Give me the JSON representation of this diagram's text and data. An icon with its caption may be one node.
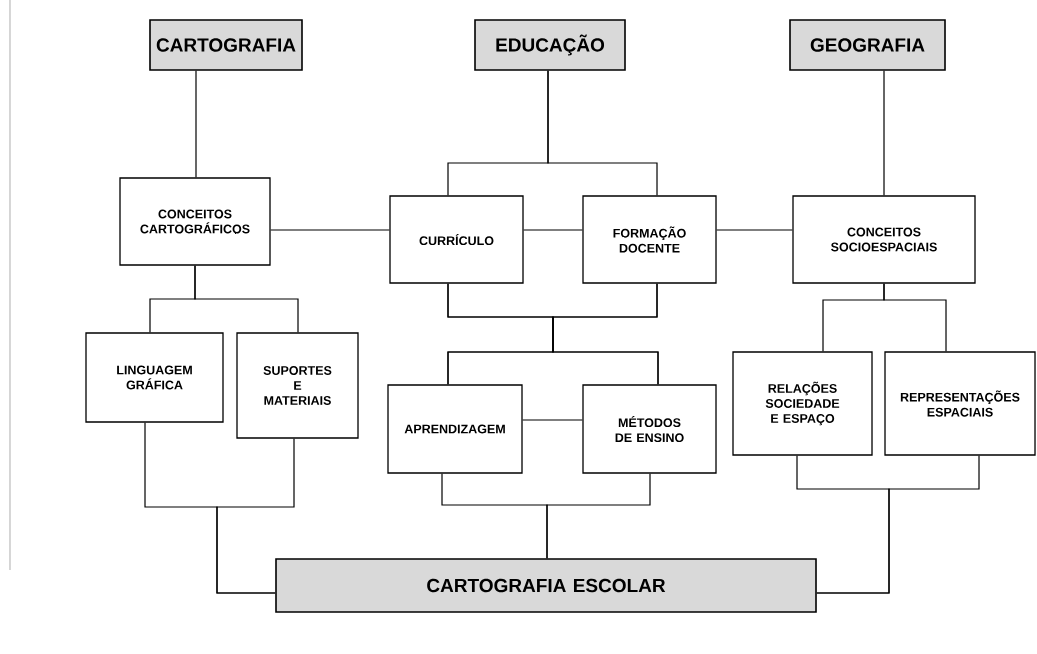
{
  "diagram": {
    "nodes": [
      {
        "text": [
          "CARTOGRAFIA"
        ]
      },
      {
        "text": [
          "EDUCAÇÃO"
        ]
      },
      {
        "text": [
          "GEOGRAFIA"
        ]
      },
      {
        "text": [
          "CONCEITOS CARTOGRÁFICOS"
        ]
      },
      {
        "text": [
          "CURRÍCULO"
        ]
      },
      {
        "text": [
          "FORMAÇÃO DOCENTE"
        ]
      },
      {
        "text": [
          "CONCEITOS SOCIOESPACIAIS"
        ]
      },
      {
        "text": [
          "LINGUAGEM GRÁFICA"
        ]
      },
      {
        "text": [
          "SUPORTES E MATERIAIS"
        ]
      },
      {
        "text": [
          "APRENDIZAGEM"
        ]
      },
      {
        "text": [
          "MÉTODOS DE ENSINO"
        ]
      },
      {
        "text": [
          "RELAÇÕES SOCIEDADE E ESPAÇO"
        ]
      },
      {
        "text": [
          "REPRESENTAÇÕES ESPACIAIS"
        ]
      },
      {
        "text": [
          "CARTOGRAFIA ESCOLAR"
        ]
      }
    ],
    "edges": [
      {
        "from": 0,
        "to": 3,
        "arrow": "none"
      },
      {
        "from": 1,
        "to": 4,
        "arrow": "none"
      },
      {
        "from": 1,
        "to": 5,
        "arrow": "none"
      },
      {
        "from": 2,
        "to": 6,
        "arrow": "none"
      },
      {
        "from": 3,
        "to": 4,
        "arrow": "none"
      },
      {
        "from": 4,
        "to": 5,
        "arrow": "none"
      },
      {
        "from": 5,
        "to": 6,
        "arrow": "none"
      },
      {
        "from": 3,
        "to": 7,
        "arrow": "none"
      },
      {
        "from": 3,
        "to": 8,
        "arrow": "none"
      },
      {
        "from": 4,
        "to": 9,
        "arrow": "none"
      },
      {
        "from": 4,
        "to": 10,
        "arrow": "none"
      },
      {
        "from": 5,
        "to": 9,
        "arrow": "none"
      },
      {
        "from": 5,
        "to": 10,
        "arrow": "none"
      },
      {
        "from": 9,
        "to": 10,
        "arrow": "none"
      },
      {
        "from": 6,
        "to": 11,
        "arrow": "none"
      },
      {
        "from": 6,
        "to": 12,
        "arrow": "none"
      },
      {
        "from": 7,
        "to": 13,
        "arrow": "none"
      },
      {
        "from": 8,
        "to": 13,
        "arrow": "none"
      },
      {
        "from": 9,
        "to": 13,
        "arrow": "none"
      },
      {
        "from": 10,
        "to": 13,
        "arrow": "none"
      },
      {
        "from": 11,
        "to": 13,
        "arrow": "none"
      },
      {
        "from": 12,
        "to": 13,
        "arrow": "none"
      }
    ]
  }
}
